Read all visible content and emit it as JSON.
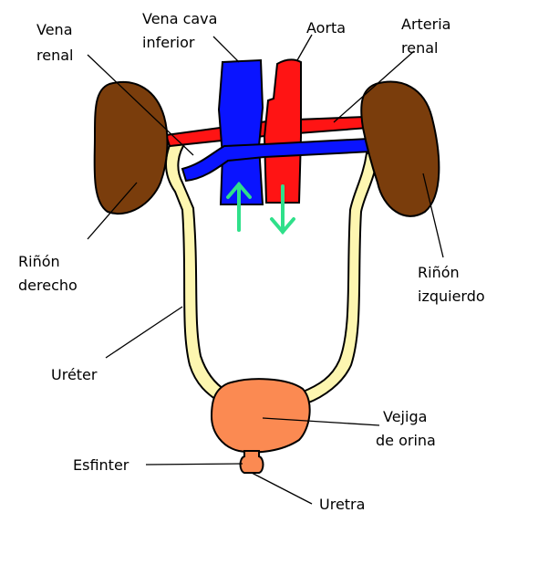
{
  "labels": {
    "vena_renal": [
      "Vena",
      "renal"
    ],
    "vena_cava": [
      "Vena cava",
      "inferior"
    ],
    "aorta": "Aorta",
    "arteria_renal": [
      "Arteria",
      "renal"
    ],
    "rinon_derecho": [
      "Riñón",
      "derecho"
    ],
    "rinon_izquierdo": [
      "Riñón",
      "izquierdo"
    ],
    "ureter": "Uréter",
    "vejiga": [
      "Vejiga",
      "de orina"
    ],
    "esfinter": "Esfinter",
    "uretra": "Uretra"
  },
  "colors": {
    "kidney": "#7a3d0c",
    "vein": "#0a14ff",
    "artery": "#ff1414",
    "ureter": "#fdf6b0",
    "bladder": "#fb8a52",
    "flow_arrow": "#2fe08a"
  }
}
